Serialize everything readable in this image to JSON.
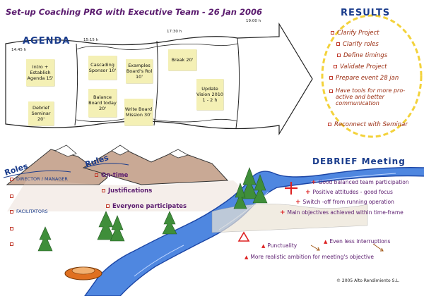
{
  "title": "Set-up Coaching PRG with Executive Team - 26 Jan 2006",
  "agenda": {
    "heading": "AGENDA",
    "times": [
      "14:45 h",
      "15:15 h",
      "17:30 h",
      "19:00 h"
    ],
    "notes": {
      "intro": "Intro + Establish Agenda 15'",
      "debrief": "Debrief Seminar 20'",
      "cascading": "Cascading Sponsor 10'",
      "balance": "Balance Board today 20'",
      "examples": "Examples Board's Rol 10'",
      "write": "Write Board Mission 30'",
      "break": "Break 20'",
      "update": "Update Vision 2010 1 - 2 h"
    }
  },
  "results": {
    "heading": "RESULTS",
    "items": [
      "Clarify Project",
      "Clarify roles",
      "Define timings",
      "Validate Project",
      "Prepare event 28 jan",
      "Have tools for more pro-active and better communication",
      "Reconnect with Seminar"
    ]
  },
  "roles": {
    "label": "Roles",
    "items": [
      "DIRECTOR / MANAGER",
      "",
      "FACILITATORS",
      "",
      ""
    ]
  },
  "rules": {
    "label": "Rules",
    "items": [
      "On-time",
      "Justifications",
      "Everyone participates"
    ]
  },
  "debrief": {
    "heading": "DEBRIEF Meeting",
    "plus": [
      "Good balanced team participation",
      "Positive attitudes - good focus",
      "Switch -off from running operation",
      "Main objectives achieved within time-frame"
    ],
    "delta": [
      "Punctuality",
      "Even less interruptions",
      "More realistic ambition for meeting's objective"
    ]
  },
  "copyright": "© 2005 Alto Rendimiento S.L.",
  "colors": {
    "accent_blue": "#1a3c8c",
    "purple": "#5a1b6e",
    "red": "#d22222",
    "sticky": "#f4f0b5",
    "river": "#2a63c8"
  }
}
